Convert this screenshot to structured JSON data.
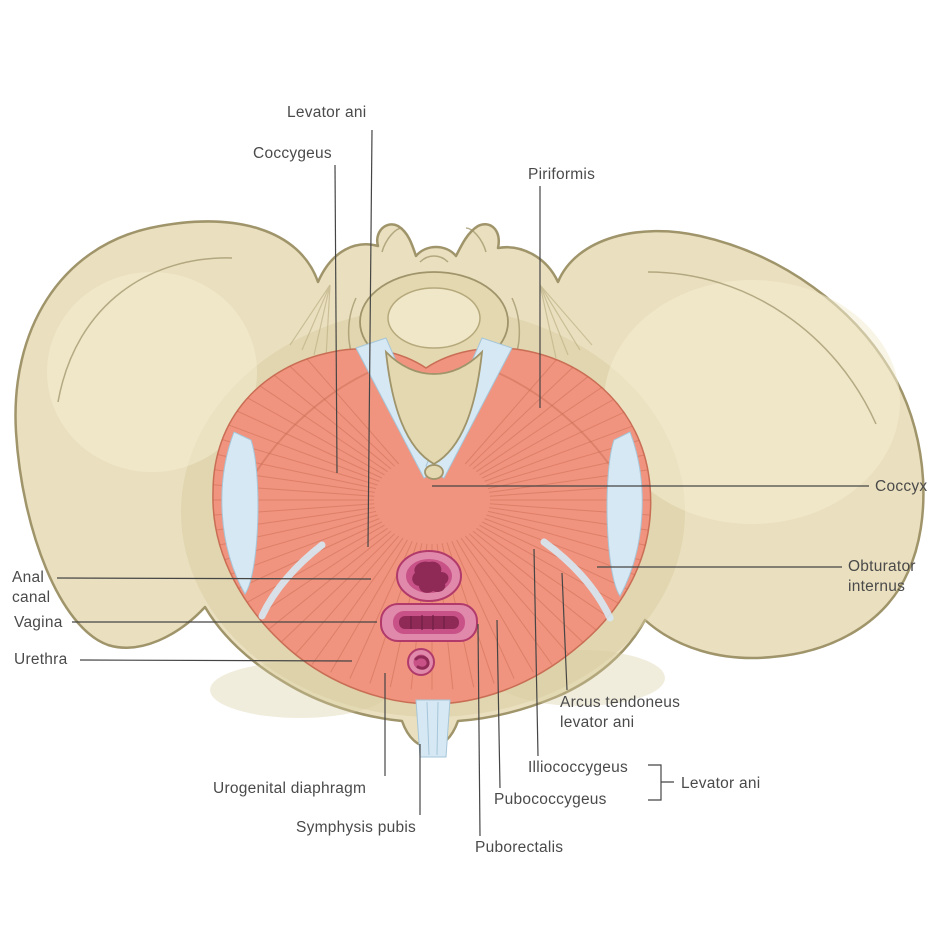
{
  "labels": {
    "levator_ani_top": "Levator ani",
    "coccygeus": "Coccygeus",
    "piriformis": "Piriformis",
    "coccyx": "Coccyx",
    "obturator_internus": "Obturator internus",
    "anal_canal": "Anal canal",
    "vagina": "Vagina",
    "urethra": "Urethra",
    "arcus_tendoneus": "Arcus tendoneus levator ani",
    "illiococcygeus": "Illiococcygeus",
    "pubococcygeus": "Pubococcygeus",
    "levator_ani_group": "Levator ani",
    "urogenital_diaphragm": "Urogenital diaphragm",
    "symphysis_pubis": "Symphysis pubis",
    "puborectalis": "Puborectalis"
  },
  "palette": {
    "bone": "#eae0bf",
    "bone_outline": "#9f946a",
    "bone_shade": "#e3d8b0",
    "muscle": "#f0947f",
    "muscle_edge": "#c96e55",
    "muscle_striation": "#c4614a",
    "fascia": "#d6e8f3",
    "fascia_edge": "#a6c6d9",
    "opening_rim": "#e089ab",
    "opening_edge": "#b13a6b",
    "opening_mid": "#c85287",
    "opening_deep": "#8f2a57",
    "leader": "#454545",
    "label_text": "#4a4a4a"
  }
}
